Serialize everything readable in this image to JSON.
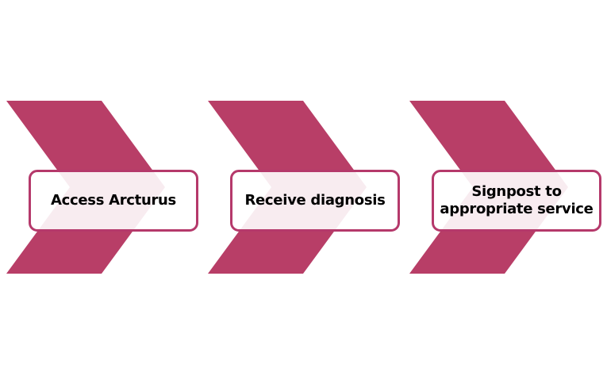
{
  "diagram": {
    "type": "chevron-process",
    "steps": [
      {
        "label": "Access Arcturus",
        "lines": [
          "Access Arcturus"
        ]
      },
      {
        "label": "Receive diagnosis",
        "lines": [
          "Receive diagnosis"
        ]
      },
      {
        "label": "Signpost to appropriate service",
        "lines": [
          "Signpost to",
          "appropriate service"
        ]
      }
    ],
    "colors": {
      "accent": "#B83E67",
      "box_border": "#B5396B",
      "box_tint": "#F9ECF1",
      "text": "#000000",
      "background": "#FFFFFF"
    }
  }
}
